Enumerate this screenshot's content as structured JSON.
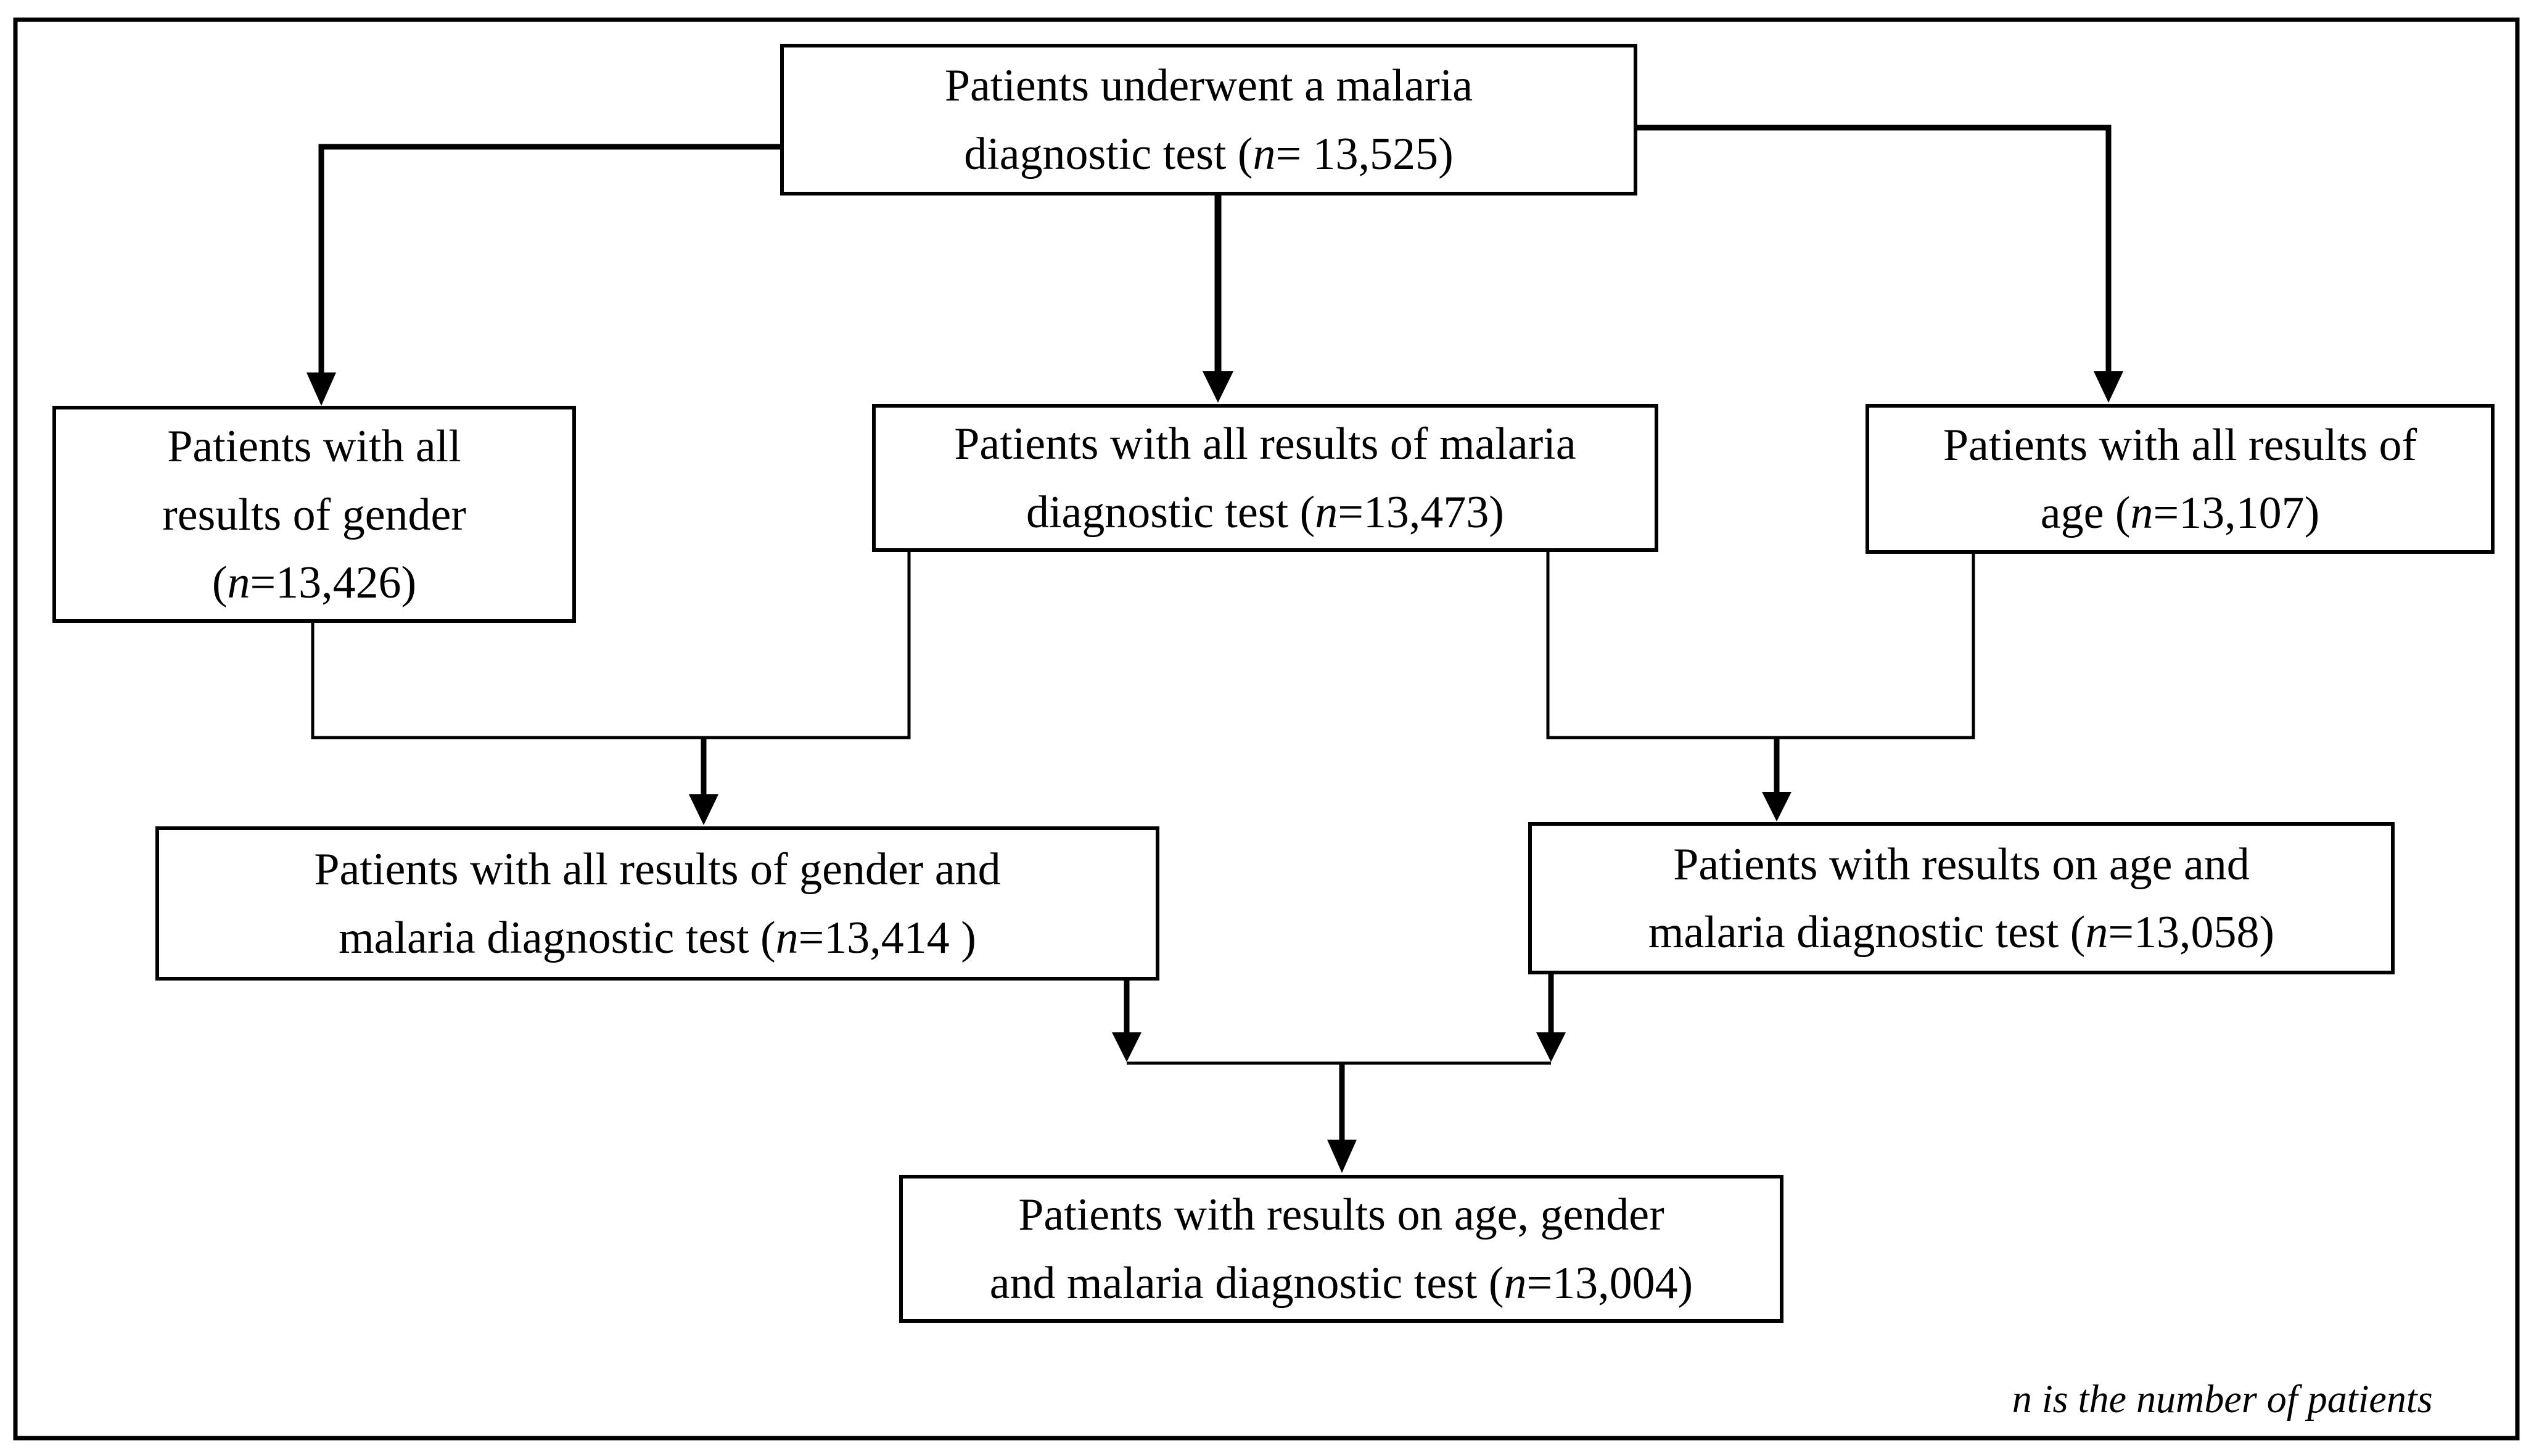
{
  "colors": {
    "background": "#ffffff",
    "line": "#000000",
    "text": "#000000"
  },
  "boxes": {
    "top": {
      "line1": "Patients underwent a malaria",
      "line2_pre": "diagnostic test (",
      "n": "n",
      "line2_post": "= 13,525)"
    },
    "gender": {
      "line1": "Patients with all",
      "line2": "results of gender",
      "line3_pre": "(",
      "n": "n",
      "line3_post": "=13,426)"
    },
    "malaria": {
      "line1": "Patients with all results of malaria",
      "line2_pre": "diagnostic test (",
      "n": "n",
      "line2_post": "=13,473)"
    },
    "age": {
      "line1": "Patients with all results of",
      "line2_pre": "age (",
      "n": "n",
      "line2_post": "=13,107)"
    },
    "gender_malaria": {
      "line1": "Patients with all results of gender and",
      "line2_pre": "malaria diagnostic test (",
      "n": "n",
      "line2_post": "=13,414 )"
    },
    "age_malaria": {
      "line1": "Patients with results on age and",
      "line2_pre": "malaria diagnostic test (",
      "n": "n",
      "line2_post": "=13,058)"
    },
    "final": {
      "line1": "Patients with results on age, gender",
      "line2_pre": "and malaria diagnostic test (",
      "n": "n",
      "line2_post": "=13,004)"
    }
  },
  "note": {
    "text": "n is the number of patients"
  }
}
